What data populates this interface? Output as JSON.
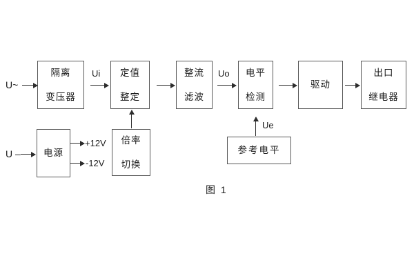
{
  "figure": {
    "caption": "图 1",
    "colors": {
      "background": "#ffffff",
      "box_border": "#565656",
      "line": "#2d2d2d",
      "text": "#1c1c1c"
    },
    "inputs": {
      "ac_label": "U~",
      "dc_label": "U –"
    },
    "signals": {
      "ui": "Ui",
      "uo": "Uo",
      "ue": "Ue"
    },
    "power_rails": {
      "positive": "+12V",
      "negative": "-12V"
    },
    "blocks": {
      "isolation_transformer": {
        "line1": "隔离",
        "line2": "变压器"
      },
      "setting_adjust": {
        "line1": "定值",
        "line2": "整定"
      },
      "rectifier_filter": {
        "line1": "整流",
        "line2": "滤波"
      },
      "level_detect": {
        "line1": "电平",
        "line2": "检测"
      },
      "driver": {
        "label": "驱动"
      },
      "output_relay": {
        "line1": "出口",
        "line2": "继电器"
      },
      "power_supply": {
        "label": "电源"
      },
      "ratio_switch": {
        "line1": "倍率",
        "line2": "切换"
      },
      "reference_level": {
        "label": "参考电平"
      }
    }
  }
}
